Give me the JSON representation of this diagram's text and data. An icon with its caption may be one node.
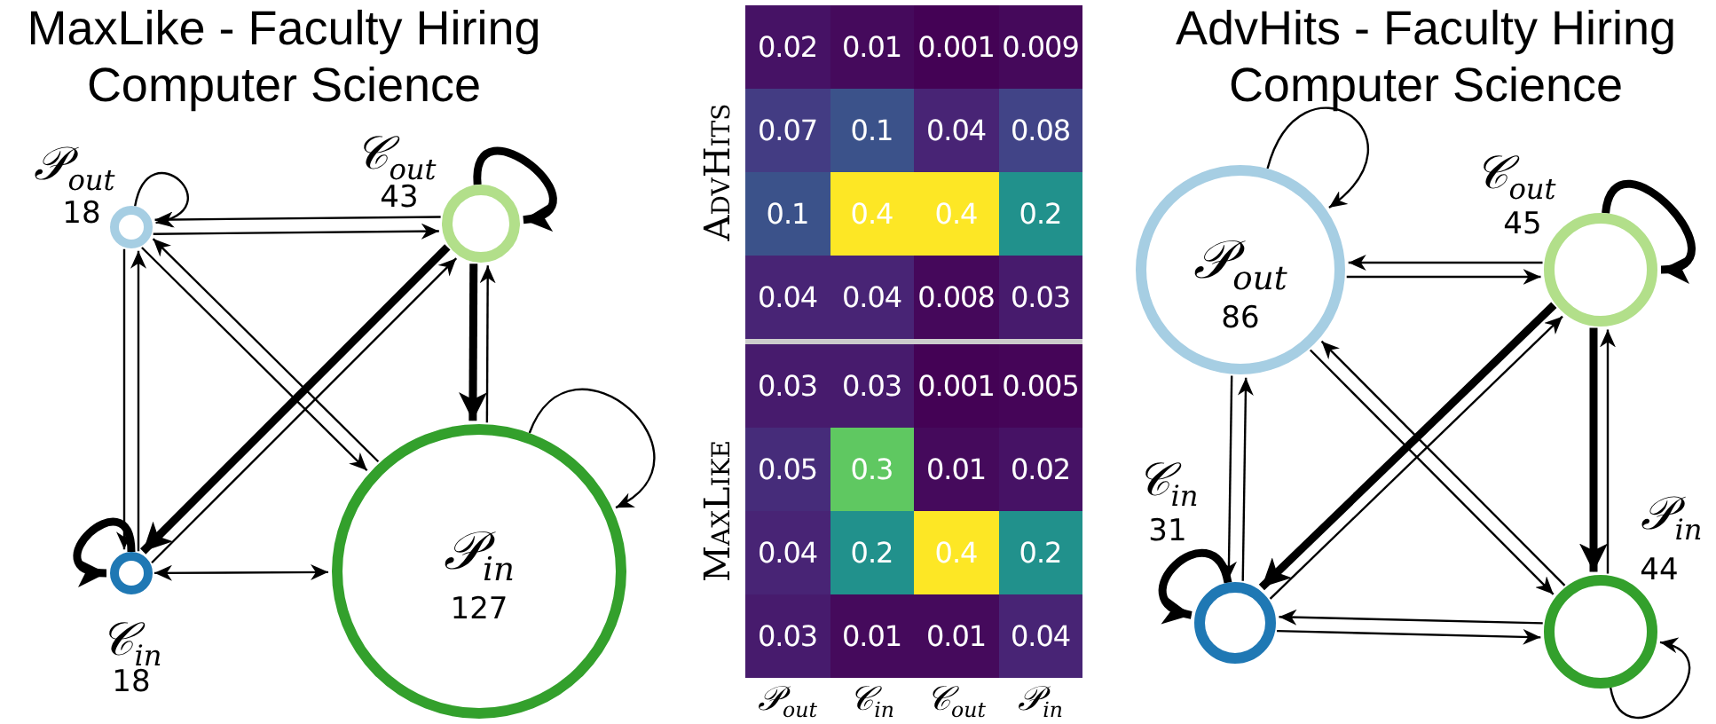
{
  "diagram": {
    "nodes": [
      {
        "text": [
          "𝒫$_{out}$",
          "18"
        ]
      },
      {
        "text": [
          "𝒞$_{out}$",
          "43"
        ]
      },
      {
        "text": [
          "𝒞$_{in}$",
          "18"
        ]
      },
      {
        "text": [
          "𝒫$_{in}$",
          "127"
        ]
      },
      {
        "text": [
          "𝒫$_{out}$",
          "86"
        ]
      },
      {
        "text": [
          "𝒞$_{out}$",
          "45"
        ]
      },
      {
        "text": [
          "𝒞$_{in}$",
          "31"
        ]
      },
      {
        "text": [
          "𝒫$_{in}$",
          "44"
        ]
      }
    ],
    "edges": [
      {
        "from": 0,
        "to": 0,
        "arrow": "to"
      },
      {
        "from": 0,
        "to": 1,
        "arrow": "to"
      },
      {
        "from": 1,
        "to": 0,
        "arrow": "to"
      },
      {
        "from": 1,
        "to": 1,
        "arrow": "to",
        "style": "thick"
      },
      {
        "from": 1,
        "to": 3,
        "arrow": "to",
        "style": "thick"
      },
      {
        "from": 3,
        "to": 1,
        "arrow": "to"
      },
      {
        "from": 3,
        "to": 3,
        "arrow": "to"
      },
      {
        "from": 1,
        "to": 2,
        "arrow": "to",
        "style": "thick"
      },
      {
        "from": 2,
        "to": 1,
        "arrow": "to"
      },
      {
        "from": 0,
        "to": 3,
        "arrow": "to"
      },
      {
        "from": 3,
        "to": 0,
        "arrow": "to"
      },
      {
        "from": 0,
        "to": 2,
        "arrow": "to"
      },
      {
        "from": 2,
        "to": 0,
        "arrow": "to"
      },
      {
        "from": 2,
        "to": 2,
        "arrow": "to",
        "style": "thick"
      },
      {
        "from": 2,
        "to": 3,
        "arrow": "both"
      },
      {
        "from": 4,
        "to": 4,
        "arrow": "to"
      },
      {
        "from": 4,
        "to": 5,
        "arrow": "to"
      },
      {
        "from": 5,
        "to": 4,
        "arrow": "to"
      },
      {
        "from": 5,
        "to": 5,
        "arrow": "to",
        "style": "thick"
      },
      {
        "from": 5,
        "to": 7,
        "arrow": "to",
        "style": "thick"
      },
      {
        "from": 7,
        "to": 5,
        "arrow": "to"
      },
      {
        "from": 7,
        "to": 7,
        "arrow": "to"
      },
      {
        "from": 5,
        "to": 6,
        "arrow": "to",
        "style": "thick"
      },
      {
        "from": 6,
        "to": 5,
        "arrow": "to"
      },
      {
        "from": 4,
        "to": 7,
        "arrow": "to"
      },
      {
        "from": 7,
        "to": 4,
        "arrow": "to"
      },
      {
        "from": 4,
        "to": 6,
        "arrow": "to"
      },
      {
        "from": 6,
        "to": 4,
        "arrow": "to"
      },
      {
        "from": 6,
        "to": 6,
        "arrow": "to",
        "style": "thick"
      },
      {
        "from": 6,
        "to": 7,
        "arrow": "to"
      },
      {
        "from": 7,
        "to": 6,
        "arrow": "to"
      }
    ],
    "labels": [
      "MaxLike - Faculty Hiring Computer Science",
      "AdvHits - Faculty Hiring Computer Science",
      "AdvHits",
      "0.02",
      "0.01",
      "0.001",
      "0.009",
      "0.07",
      "0.1",
      "0.04",
      "0.08",
      "0.1",
      "0.4",
      "0.4",
      "0.2",
      "0.04",
      "0.04",
      "0.008",
      "0.03",
      "MaxLike",
      "0.03",
      "0.03",
      "0.001",
      "0.005",
      "0.05",
      "0.3",
      "0.01",
      "0.02",
      "0.04",
      "0.2",
      "0.4",
      "0.2",
      "0.03",
      "0.01",
      "0.01",
      "0.04",
      "𝒫$_{out}$",
      "𝒞$_{in}$",
      "𝒞$_{out}$",
      "𝒫$_{in}$"
    ]
  }
}
